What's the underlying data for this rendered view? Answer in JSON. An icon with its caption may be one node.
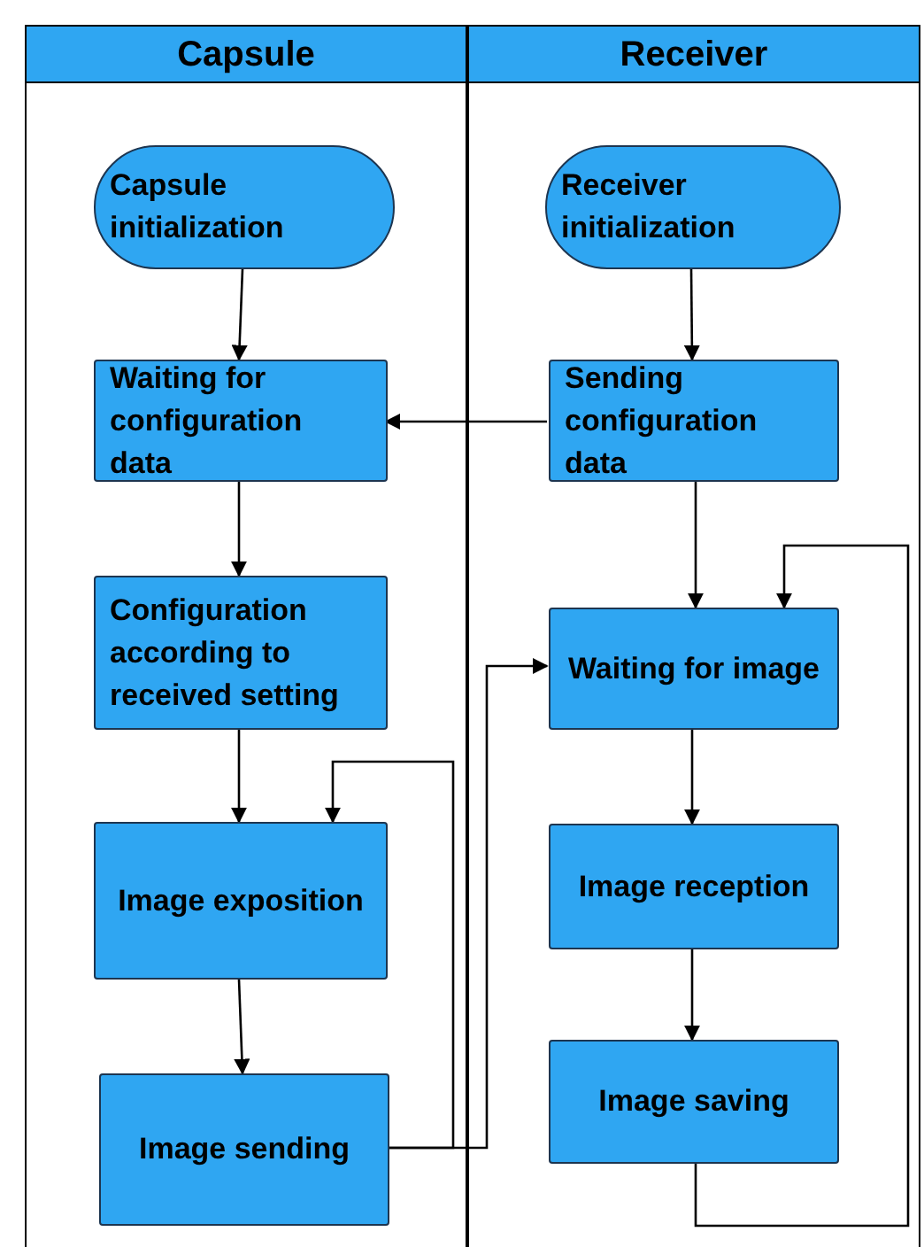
{
  "diagram": {
    "nodes": [
      {
        "text": [
          "Capsule"
        ]
      },
      {
        "text": [
          "Receiver"
        ]
      },
      {
        "text": [
          "Capsule initialization"
        ],
        "in": 0
      },
      {
        "text": [
          "Waiting for configuration data"
        ],
        "in": 0
      },
      {
        "text": [
          "Configuration according to received setting"
        ],
        "in": 0
      },
      {
        "text": [
          "Image exposition"
        ],
        "in": 0
      },
      {
        "text": [
          "Image sending"
        ],
        "in": 0
      },
      {
        "text": [
          "Receiver initialization"
        ],
        "in": 1
      },
      {
        "text": [
          "Sending configuration data"
        ],
        "in": 1
      },
      {
        "text": [
          "Waiting for image"
        ],
        "in": 1
      },
      {
        "text": [
          "Image reception"
        ],
        "in": 1
      },
      {
        "text": [
          "Image saving"
        ],
        "in": 1
      }
    ],
    "edges": [
      {
        "from": 2,
        "to": 3,
        "arrow": "to"
      },
      {
        "from": 8,
        "to": 3,
        "arrow": "to"
      },
      {
        "from": 3,
        "to": 4,
        "arrow": "to"
      },
      {
        "from": 4,
        "to": 5,
        "arrow": "to"
      },
      {
        "from": 5,
        "to": 6,
        "arrow": "to"
      },
      {
        "from": 6,
        "to": 5,
        "arrow": "to"
      },
      {
        "from": 6,
        "to": 9,
        "arrow": "to"
      },
      {
        "from": 7,
        "to": 8,
        "arrow": "to"
      },
      {
        "from": 8,
        "to": 9,
        "arrow": "to"
      },
      {
        "from": 9,
        "to": 10,
        "arrow": "to"
      },
      {
        "from": 10,
        "to": 11,
        "arrow": "to"
      },
      {
        "from": 11,
        "to": 9,
        "arrow": "to"
      }
    ]
  }
}
